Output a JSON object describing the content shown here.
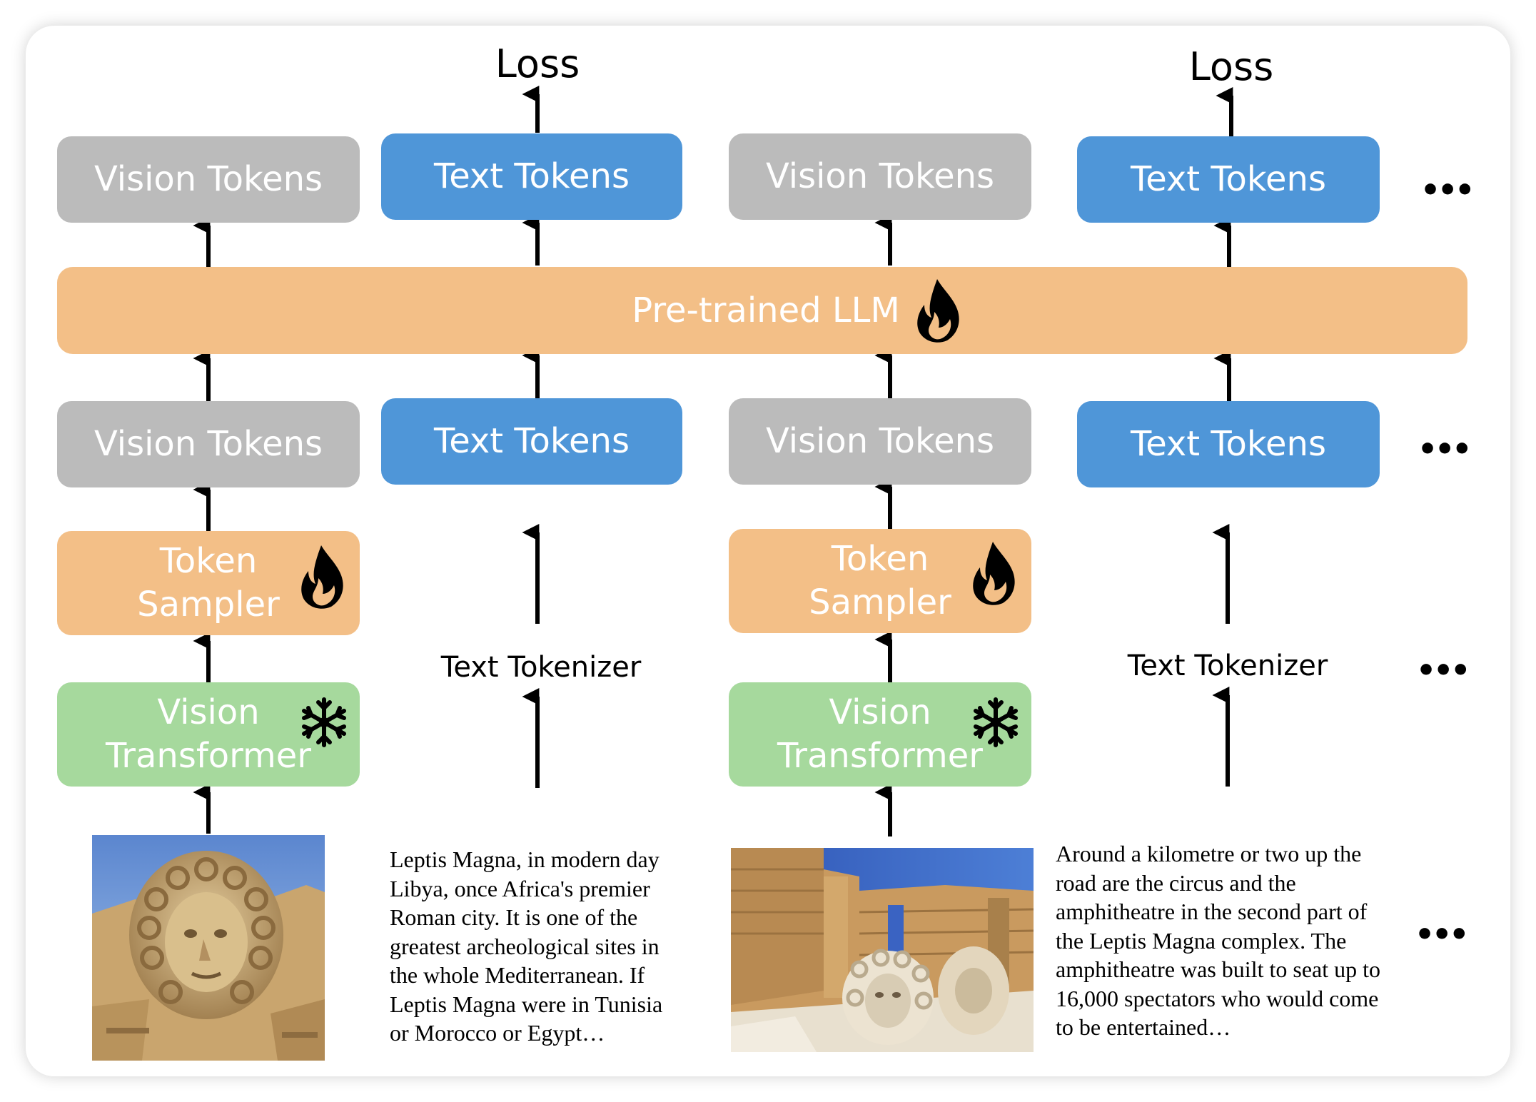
{
  "loss_labels": [
    "Loss",
    "Loss"
  ],
  "top_row": [
    "Vision Tokens",
    "Text Tokens",
    "Vision Tokens",
    "Text Tokens"
  ],
  "llm": {
    "label": "Pre-trained LLM"
  },
  "mid_row": [
    "Vision Tokens",
    "Text Tokens",
    "Vision Tokens",
    "Text Tokens"
  ],
  "sampler": {
    "line1": "Token",
    "line2": "Sampler"
  },
  "vit": {
    "line1": "Vision",
    "line2": "Transformer"
  },
  "tokenizer_labels": [
    "Text Tokenizer",
    "Text Tokenizer"
  ],
  "ellipsis": "•••",
  "captions": [
    [
      "Leptis Magna, in modern day",
      "Libya, once Africa's premier",
      "Roman city. It is one of the",
      "greatest archeological sites in",
      "the whole Mediterranean. If",
      "Leptis Magna were in Tunisia",
      "or Morocco or Egypt…"
    ],
    [
      "Around a kilometre or two up the",
      "road are the circus and the",
      "amphitheatre in the second part of",
      "the Leptis Magna complex. The",
      "amphitheatre was built to seat up to",
      "16,000 spectators who would come",
      "to be entertained…"
    ]
  ],
  "icons": {
    "trainable": "fire-icon",
    "frozen": "snowflake-icon"
  },
  "colors": {
    "vision_tokens": "#bbbbbb",
    "text_tokens": "#4f96d8",
    "llm": "#f3bf87",
    "sampler": "#f3bf87",
    "vit": "#a6d99d"
  }
}
